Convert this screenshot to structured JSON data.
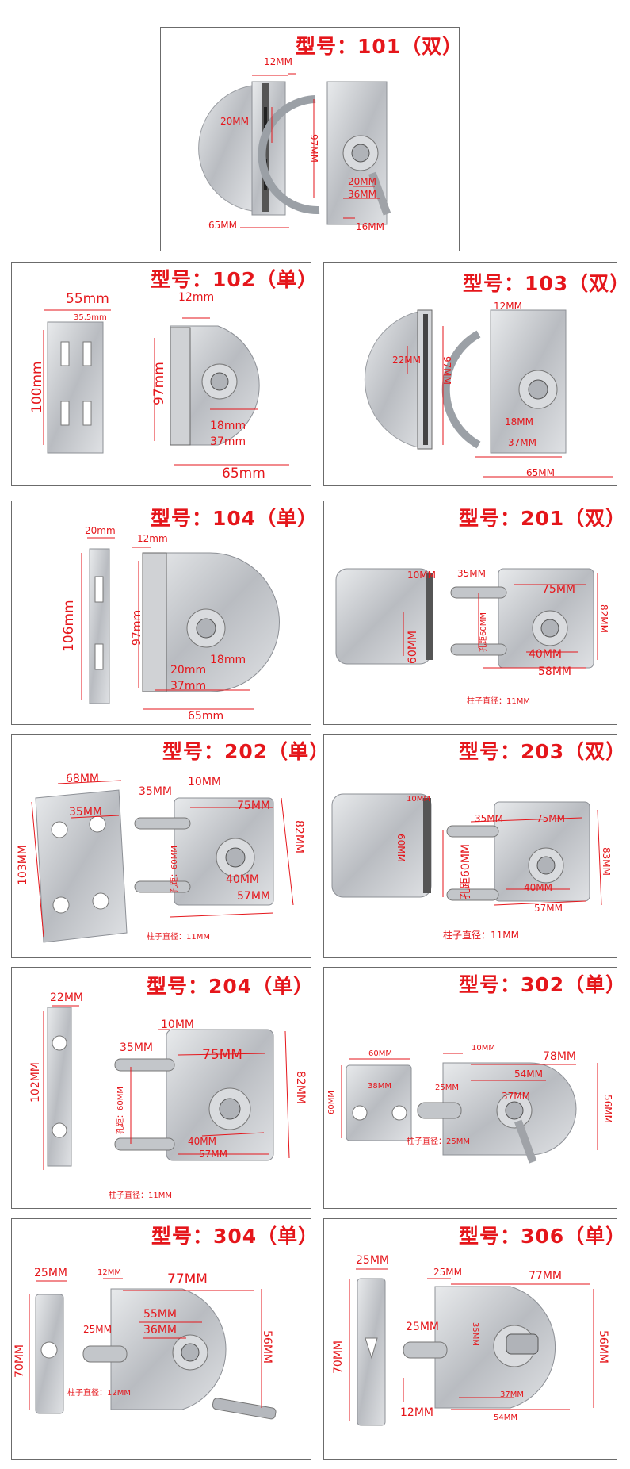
{
  "colors": {
    "red": "#e5161b",
    "steel": "#c9ccd0",
    "steel_dark": "#8d9096",
    "border": "#6b6b6b"
  },
  "cards": [
    {
      "model": "型号：101（双）",
      "dims": [
        "12MM",
        "20MM",
        "97MM",
        "20MM",
        "36MM",
        "65MM",
        "16MM"
      ]
    },
    {
      "model": "型号：102（单）",
      "dims": [
        "55mm",
        "35.5mm",
        "100mm",
        "12mm",
        "97mm",
        "18mm",
        "37mm",
        "65mm"
      ]
    },
    {
      "model": "型号：103（双）",
      "dims": [
        "12MM",
        "22MM",
        "97MM",
        "18MM",
        "37MM",
        "65MM"
      ]
    },
    {
      "model": "型号：104（单）",
      "dims": [
        "20mm",
        "106mm",
        "12mm",
        "97mm",
        "20mm",
        "18mm",
        "37mm",
        "65mm"
      ]
    },
    {
      "model": "型号：201（双）",
      "dims": [
        "10MM",
        "60MM",
        "35MM",
        "75MM",
        "82MM",
        "孔距60MM",
        "40MM",
        "58MM",
        "柱子直径：11MM"
      ]
    },
    {
      "model": "型号：202（单）",
      "dims": [
        "68MM",
        "35MM",
        "103MM",
        "35MM",
        "10MM",
        "75MM",
        "82MM",
        "孔距：60MM",
        "40MM",
        "57MM",
        "柱子直径：11MM"
      ]
    },
    {
      "model": "型号：203（双）",
      "dims": [
        "10MM",
        "60MM",
        "35MM",
        "75MM",
        "83MM",
        "孔距60MM",
        "40MM",
        "57MM",
        "柱子直径：11MM"
      ]
    },
    {
      "model": "型号：204（单）",
      "dims": [
        "22MM",
        "102MM",
        "10MM",
        "35MM",
        "75MM",
        "82MM",
        "孔距：60MM",
        "40MM",
        "57MM",
        "柱子直径：11MM"
      ]
    },
    {
      "model": "型号：302（单）",
      "dims": [
        "60MM",
        "38MM",
        "60MM",
        "10MM",
        "78MM",
        "54MM",
        "25MM",
        "37MM",
        "56MM",
        "柱子直径：25MM"
      ]
    },
    {
      "model": "型号：304（单）",
      "dims": [
        "25MM",
        "70MM",
        "12MM",
        "77MM",
        "55MM",
        "25MM",
        "36MM",
        "56MM",
        "柱子直径：12MM"
      ]
    },
    {
      "model": "型号：306（单）",
      "dims": [
        "25MM",
        "70MM",
        "25MM",
        "77MM",
        "25MM",
        "35MM",
        "56MM",
        "12MM",
        "37MM",
        "54MM"
      ]
    }
  ]
}
